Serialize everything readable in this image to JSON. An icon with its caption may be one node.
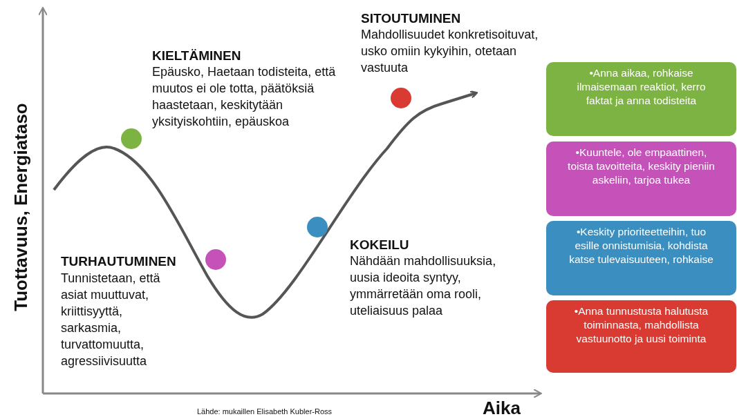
{
  "diagram": {
    "nodes": [
      {
        "text": [],
        "shape": "circle",
        "beside": [
          "KIELTÄMINEN",
          "Epäusko, Haetaan todisteita, että muutos ei ole totta, päätöksiä haastetaan, keskitytään yksityiskohtiin, epäuskoa"
        ]
      },
      {
        "text": [],
        "shape": "circle",
        "beside": [
          "TURHAUTUMINEN",
          "Tunnistetaan, että asiat muuttuvat, kriittisyyttä, sarkasmia, turvattomuutta, agressiivisuutta"
        ]
      },
      {
        "text": [],
        "shape": "circle",
        "beside": [
          "KOKEILU",
          "Nähdään mahdollisuuksia, uusia ideoita syntyy, ymmärretään oma rooli, uteliaisuus palaa"
        ]
      },
      {
        "text": [],
        "shape": "circle",
        "beside": [
          "SITOUTUMINEN",
          "Mahdollisuudet konkretisoituvat, usko omiin kykyihin, otetaan vastuuta"
        ]
      },
      {
        "text": [
          "•Anna aikaa, rohkaise ilmaisemaan reaktiot, kerro faktat ja anna todisteita"
        ]
      },
      {
        "text": [
          "•Kuuntele, ole empaattinen, toista tavoitteita, keskity pieniin askeliin, tarjoa tukea"
        ]
      },
      {
        "text": [
          "•Keskity prioriteetteihin, tuo esille onnistumisia, kohdista katse tulevaisuuteen, rohkaise"
        ]
      },
      {
        "text": [
          "•Anna tunnustusta halutusta toiminnasta, mahdollista vastuunotto ja uusi toiminta"
        ]
      }
    ],
    "edges": [],
    "labels": [
      "Tuottavuus, Energiataso",
      "Lähde: mukaillen Elisabeth Kubler-Ross",
      "Aika"
    ]
  }
}
